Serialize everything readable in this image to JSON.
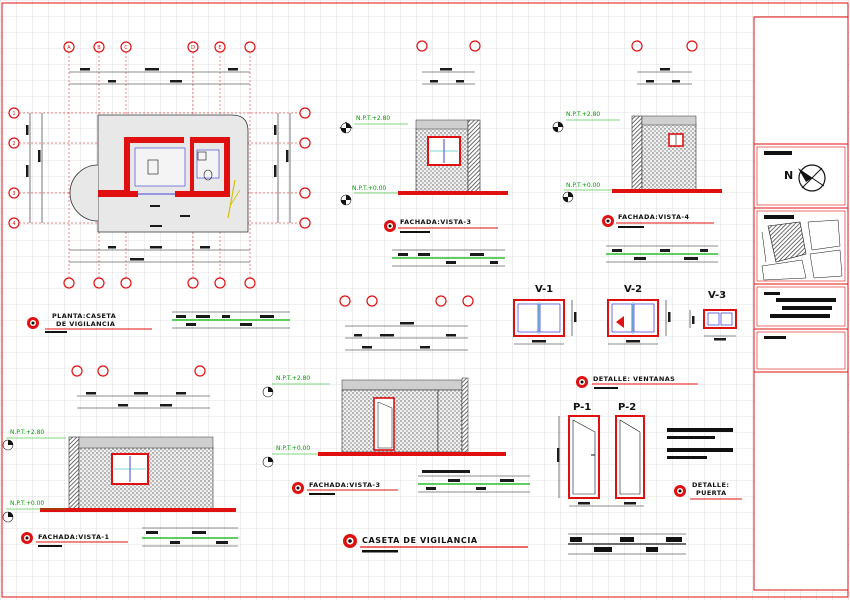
{
  "drawing": {
    "views": {
      "plan_title": "PLANTA:CASETA",
      "plan_title_line2": "DE VIGILANCIA",
      "facade_3_top": "FACHADA:VISTA-3",
      "facade_4": "FACHADA:VISTA-4",
      "facade_1": "FACHADA:VISTA-1",
      "facade_3_bottom": "FACHADA:VISTA-3",
      "windows_detail": "DETALLE: VENTANAS",
      "door_detail": "DETALLE:",
      "door_detail_line2": "PUERTA",
      "main_title": "CASETA DE VIGILANCIA"
    },
    "levels": {
      "top_a": "N.P.T.+2.80",
      "bottom_a": "N.P.T.+0.00",
      "top_b": "N.P.T.+2.80",
      "bottom_b": "N.P.T.+0.00",
      "top_c": "N.P.T.+2.80",
      "bottom_c": "N.P.T.+0.00",
      "top_d": "N.P.T.+2.80",
      "bottom_d": "N.P.T.+0.00"
    },
    "windows": [
      "V-1",
      "V-2",
      "V-3"
    ],
    "doors": [
      "P-1",
      "P-2"
    ],
    "axis_labels": {
      "plan_top": [
        "A",
        "B",
        "C",
        "D",
        "E"
      ],
      "plan_left": [
        "1",
        "2",
        "3",
        "4"
      ]
    }
  },
  "title_block": {
    "north_letter": "N"
  },
  "colors": {
    "grid": "#c8c8c8",
    "wall": "#e01010",
    "dimension": "#1a1a1a",
    "annotation_green": "#00b000",
    "accent_blue": "#1010d0",
    "hatch": "#555555"
  }
}
